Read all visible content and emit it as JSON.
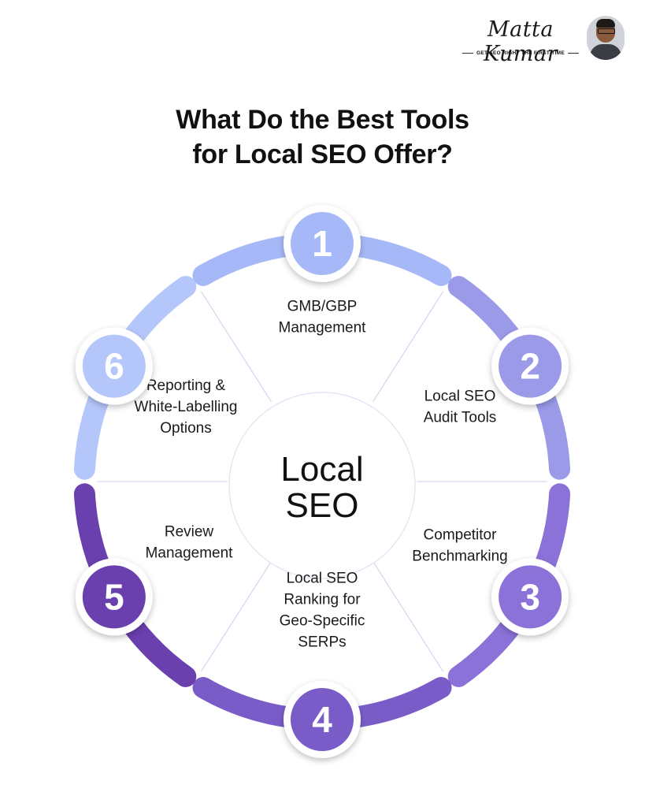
{
  "brand": {
    "name": "Matta Kumar",
    "tagline": "GET SEO RIGHT THE FIRST TIME"
  },
  "title": {
    "line1": "What Do the Best Tools",
    "line2": "for Local SEO Offer?"
  },
  "center": {
    "line1": "Local",
    "line2": "SEO"
  },
  "items": [
    {
      "number": "1",
      "lines": [
        "GMB/GBP",
        "Management"
      ],
      "color": "#a6b8f7"
    },
    {
      "number": "2",
      "lines": [
        "Local SEO",
        "Audit Tools"
      ],
      "color": "#9a9ae8"
    },
    {
      "number": "3",
      "lines": [
        "Competitor",
        "Benchmarking"
      ],
      "color": "#8a72d8"
    },
    {
      "number": "4",
      "lines": [
        "Local SEO",
        "Ranking for",
        "Geo-Specific",
        "SERPs"
      ],
      "color": "#7a5cc8"
    },
    {
      "number": "5",
      "lines": [
        "Review",
        "Management"
      ],
      "color": "#6a3fae"
    },
    {
      "number": "6",
      "lines": [
        "Reporting &",
        "White-Labelling",
        "Options"
      ],
      "color": "#b4c6fa"
    }
  ]
}
